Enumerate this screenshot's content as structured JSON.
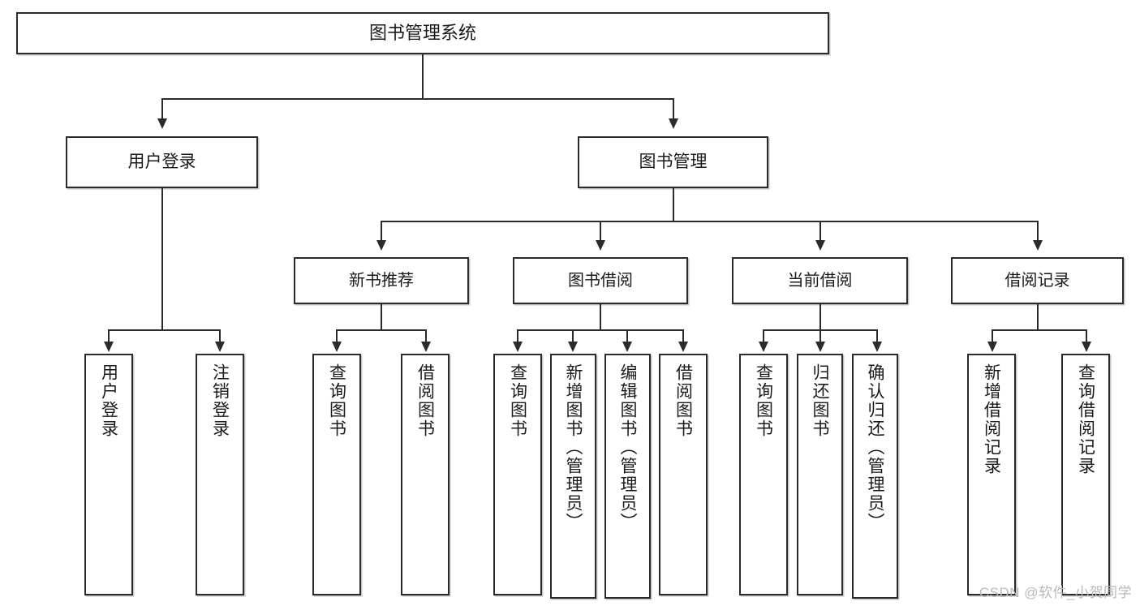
{
  "diagram": {
    "kind": "tree",
    "title": "图书管理系统",
    "watermark": "CSDN @软件_小贺同学"
  },
  "nodes": {
    "root": {
      "label": "图书管理系统"
    },
    "level2": [
      {
        "label": "用户登录"
      },
      {
        "label": "图书管理"
      }
    ],
    "level3": [
      {
        "label": "新书推荐"
      },
      {
        "label": "图书借阅"
      },
      {
        "label": "当前借阅"
      },
      {
        "label": "借阅记录"
      }
    ],
    "leaves": {
      "user_login": [
        {
          "label": "用户登录"
        },
        {
          "label": "注销登录"
        }
      ],
      "new_book_recommend": [
        {
          "label": "查询图书"
        },
        {
          "label": "借阅图书"
        }
      ],
      "book_borrow": [
        {
          "label": "查询图书"
        },
        {
          "label": "新增图书（管理员）"
        },
        {
          "label": "编辑图书（管理员）"
        },
        {
          "label": "借阅图书"
        }
      ],
      "current_borrow": [
        {
          "label": "查询图书"
        },
        {
          "label": "归还图书"
        },
        {
          "label": "确认归还（管理员）"
        }
      ],
      "borrow_record": [
        {
          "label": "新增借阅记录"
        },
        {
          "label": "查询借阅记录"
        }
      ]
    }
  },
  "colors": {
    "stroke": "#2b2b2b",
    "fill": "#ffffff",
    "text": "#1a1a1a",
    "watermark": "#b9b9b9"
  }
}
